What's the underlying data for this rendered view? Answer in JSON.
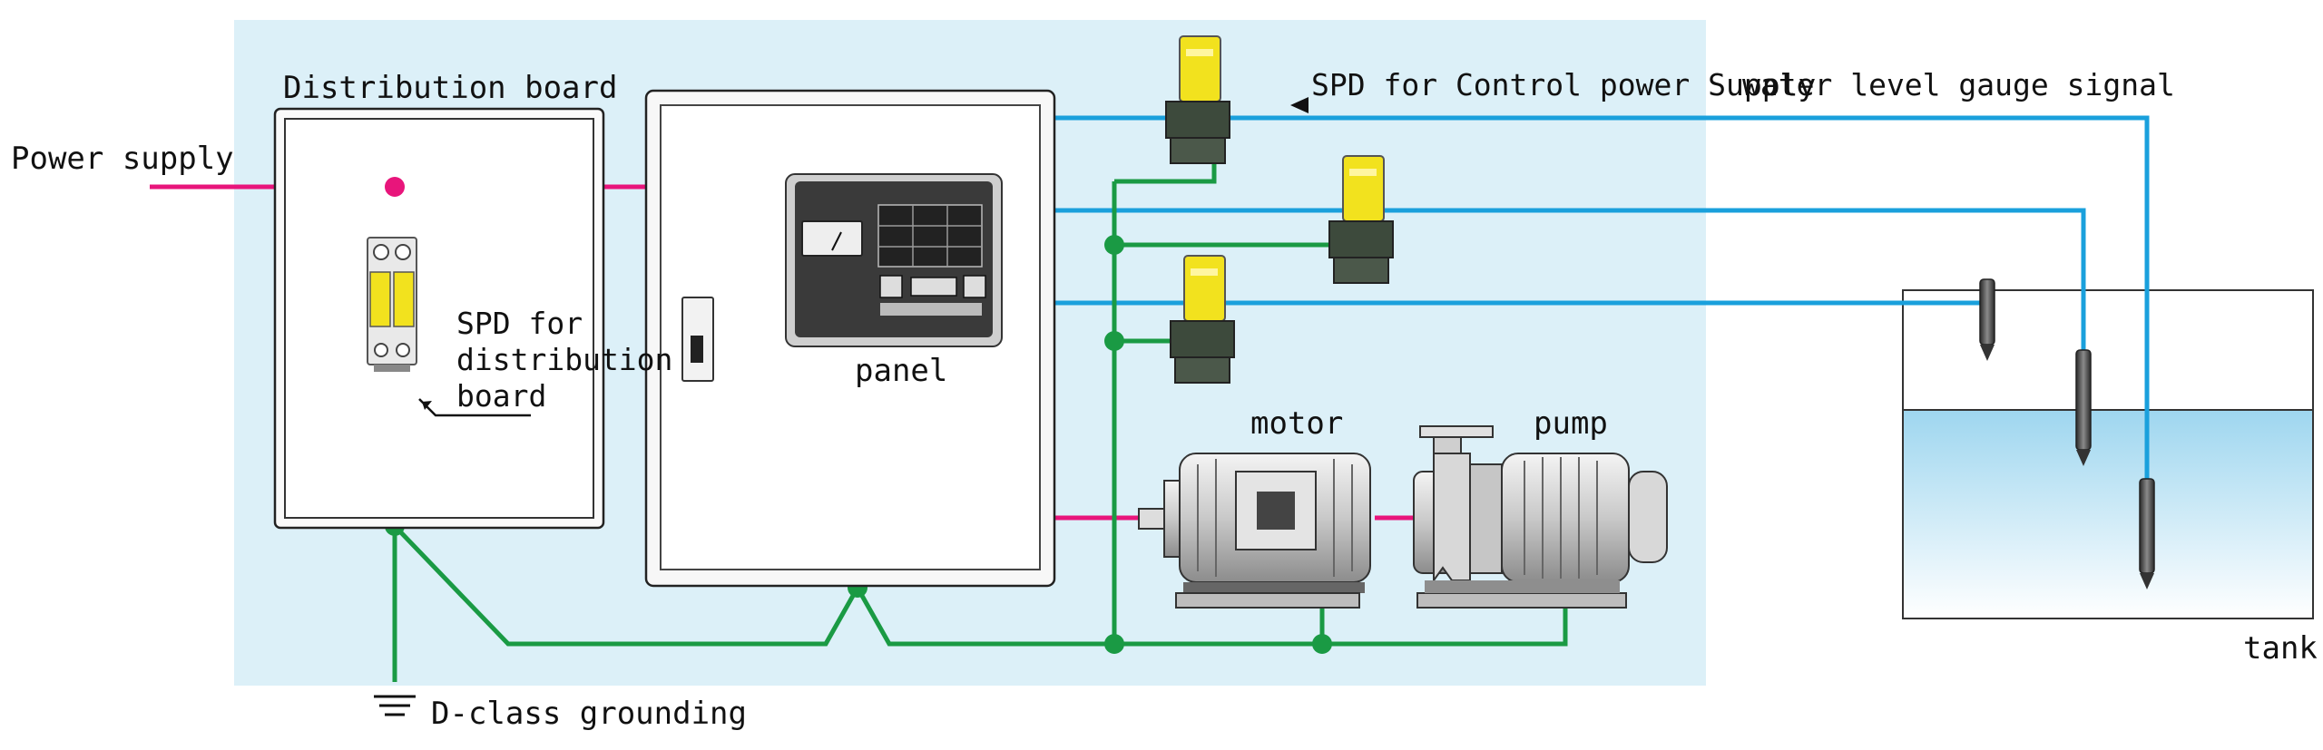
{
  "labels": {
    "power_supply": "Power supply",
    "distribution_board": "Distribution board",
    "spd_distribution_line1": "SPD for",
    "spd_distribution_line2": "distribution",
    "spd_distribution_line3": "board",
    "panel": "panel",
    "spd_control": "SPD for Control power Supply",
    "water_level": "water level gauge signal",
    "motor": "motor",
    "pump": "pump",
    "tank": "tank",
    "grounding": "D-class grounding"
  },
  "colors": {
    "background_area": "#dcf0f8",
    "power_line": "#e8157b",
    "ground_line": "#1a9a44",
    "signal_line": "#1aa0dc",
    "spd_yellow": "#f2e21e",
    "spd_body": "#3d4a3c",
    "tank_water": "#bfe3f3"
  },
  "icons": {
    "spd_module": "surge-protector-icon",
    "meter": "analog-meter-icon",
    "ground": "ground-symbol-icon",
    "sensor": "water-level-sensor-icon"
  }
}
